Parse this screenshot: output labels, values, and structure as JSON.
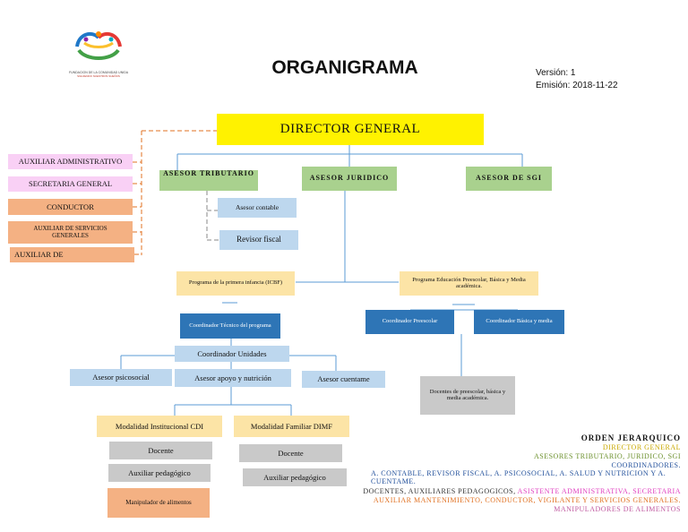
{
  "header": {
    "title": "ORGANIGRAMA",
    "version": "Versión: 1",
    "emission": "Emisión: 2018-11-22",
    "logo_text_1": "FUNDACION DE LA COMUNIDAD UNIDA",
    "logo_text_2": "SIGUIENDO NUESTROS SUEÑOS"
  },
  "nodes": {
    "director": "DIRECTOR GENERAL",
    "asesor_tributario": "ASESOR TRIBUTARIO",
    "asesor_juridico": "ASESOR JURIDICO",
    "asesor_sgi": "ASESOR DE SGI",
    "asesor_contable": "Asesor contable",
    "revisor_fiscal": "Revisor fiscal",
    "aux_admin": "AUXILIAR ADMINISTRATIVO",
    "secretaria": "SECRETARIA GENERAL",
    "conductor": "CONDUCTOR",
    "aux_servicios": "AUXILIAR DE SERVICIOS GENERALES",
    "aux_de": "AUXILIAR DE",
    "programa_infancia": "Programa de la primera infancia (ICBF)",
    "programa_educacion": "Programa Educación Preescolar, Básica y Media académica.",
    "coord_tecnico": "Coordinador Técnico del programa",
    "coord_unidades": "Coordinador Unidades",
    "asesor_psicosocial": "Asesor psicosocial",
    "asesor_apoyo": "Asesor apoyo y nutrición",
    "asesor_cuentame": "Asesor cuentame",
    "modalidad_cdi": "Modalidad Institucional CDI",
    "modalidad_dimf": "Modalidad Familiar DIMF",
    "docente_1": "Docente",
    "aux_ped_1": "Auxiliar pedagógico",
    "manipulador": "Manipulador de alimentos",
    "docente_2": "Docente",
    "aux_ped_2": "Auxiliar pedagógico",
    "coord_preescolar": "Coordinador Preescolar",
    "coord_basica": "Coordinador Básica y media",
    "docentes_preescolar": "Docentes de preescolar, básica y media académica."
  },
  "legend": {
    "title": "ORDEN JERARQUICO",
    "l1": "DIRECTOR GENERAL",
    "l2": "ASESORES TRIBUTARIO, JURIDICO, SGI",
    "l3": "COORDINADORES.",
    "l4": "A.    CONTABLE, REVISOR FISCAL, A. PSICOSOCIAL, A. SALUD Y NUTRICION Y A. CUENTAME.",
    "l5a": "DOCENTES, AUXILIARES PEDAGOGICOS,",
    "l5b": "ASISTENTE ADMINISTRATIVA, SECRETARIA",
    "l6": "AUXILIAR MANTENIMIENTO, CONDUCTOR, VIGILANTE Y SERVICIOS GENERALES.",
    "l7": "MANIPULADORES DE ALIMENTOS",
    "colors": {
      "l1": "#c9a800",
      "l2": "#6a8f2a",
      "l3": "#1f4e9a",
      "l4": "#1f4e9a",
      "l5a": "#333333",
      "l5b": "#e040c0",
      "l6": "#e07020",
      "l7": "#c05aa0"
    }
  }
}
